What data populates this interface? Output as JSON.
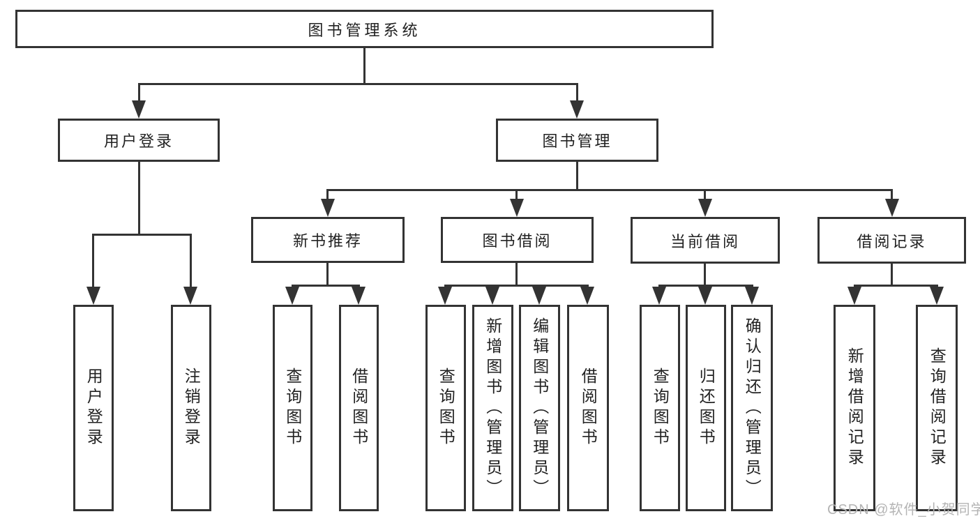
{
  "colors": {
    "line": "#333333",
    "box_border": "#333333",
    "box_background": "#ffffff",
    "text": "#222222",
    "page_background": "#ffffff",
    "watermark": "#b4b4b4"
  },
  "watermark": {
    "text": "CSDN @软件_小贺同学"
  },
  "chart_type": "hierarchy-diagram",
  "tree": {
    "label": "图书管理系统",
    "children": [
      {
        "label": "用户登录",
        "children": [
          {
            "label": "用户登录"
          },
          {
            "label": "注销登录"
          }
        ]
      },
      {
        "label": "图书管理",
        "children": [
          {
            "label": "新书推荐",
            "children": [
              {
                "label": "查询图书"
              },
              {
                "label": "借阅图书"
              }
            ]
          },
          {
            "label": "图书借阅",
            "children": [
              {
                "label": "查询图书"
              },
              {
                "label": "新增图书（管理员）"
              },
              {
                "label": "编辑图书（管理员）"
              },
              {
                "label": "借阅图书"
              }
            ]
          },
          {
            "label": "当前借阅",
            "children": [
              {
                "label": "查询图书"
              },
              {
                "label": "归还图书"
              },
              {
                "label": "确认归还（管理员）"
              }
            ]
          },
          {
            "label": "借阅记录",
            "children": [
              {
                "label": "新增借阅记录"
              },
              {
                "label": "查询借阅记录"
              }
            ]
          }
        ]
      }
    ]
  }
}
